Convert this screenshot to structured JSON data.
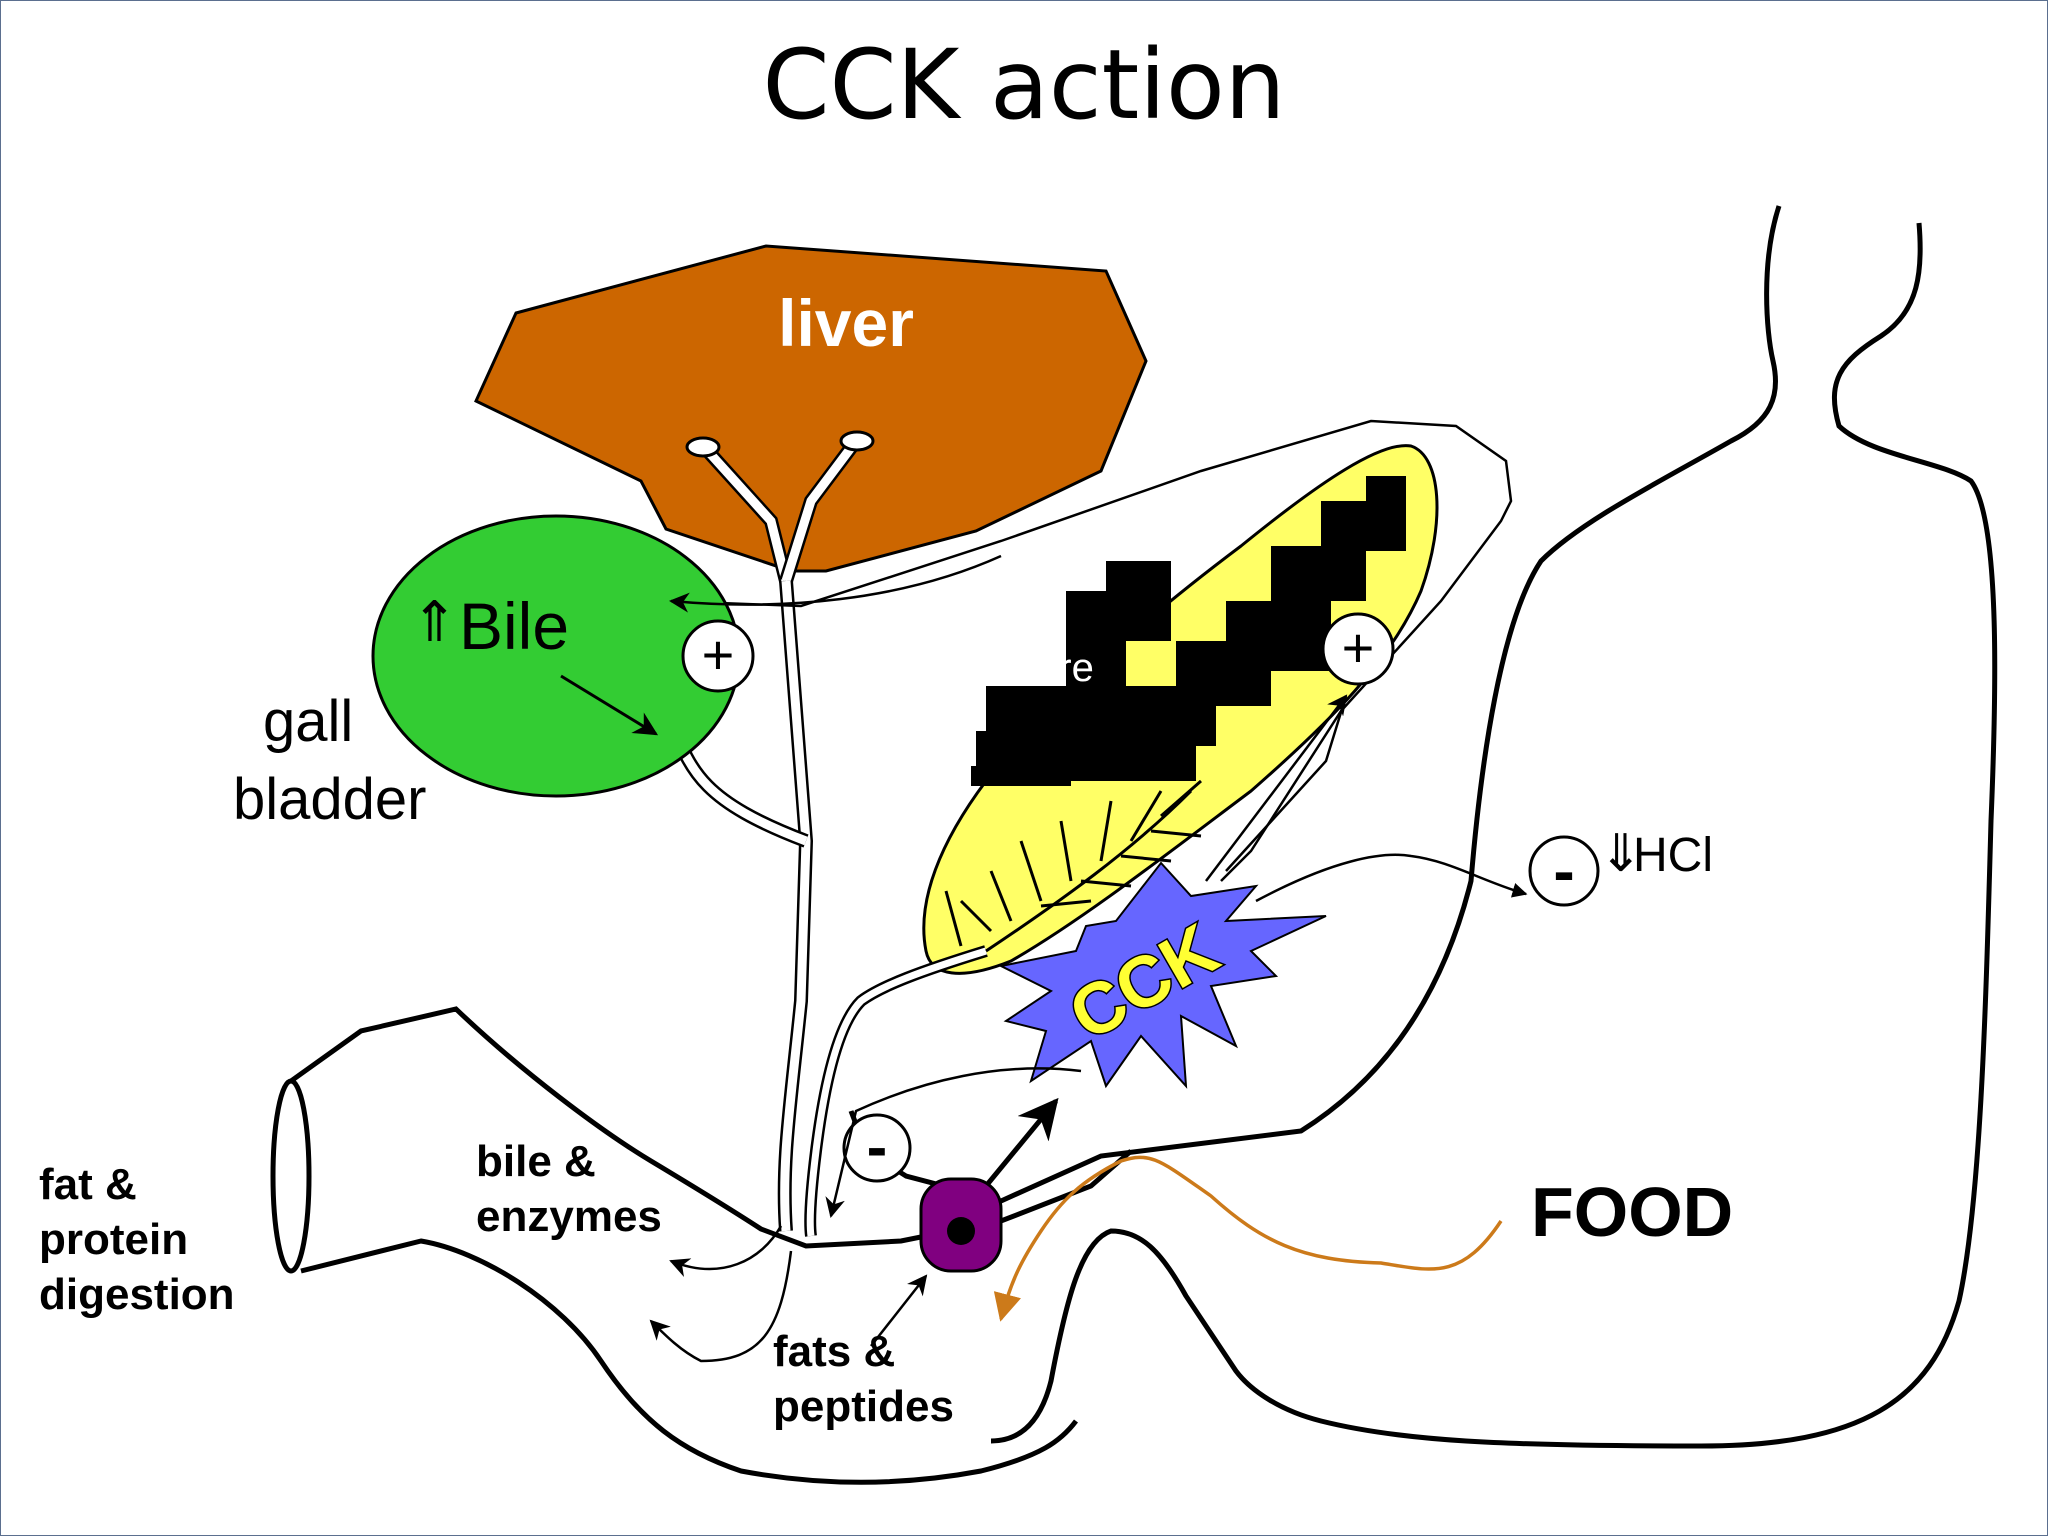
{
  "title": "CCK action",
  "labels": {
    "liver": "liver",
    "bile_arrow": "⇑",
    "bile": "Bile",
    "gall": "gall",
    "bladder": "bladder",
    "pancreas_fragment": "ncre",
    "cck": "CCK",
    "hcl_arrow": "⇓",
    "hcl": "HCl",
    "food": "FOOD",
    "bile_enzymes_1": "bile &",
    "bile_enzymes_2": "enzymes",
    "fat_protein_1": "fat &",
    "fat_protein_2": "protein",
    "fat_protein_3": "digestion",
    "fats_peptides_1": "fats &",
    "fats_peptides_2": "peptides",
    "plus_sign": "+",
    "minus_sign": "-"
  },
  "colors": {
    "liver": "#cc6600",
    "gall_bladder": "#33cc33",
    "pancreas": "#ffff66",
    "cck_burst": "#6666ff",
    "cck_text": "#ffff33",
    "cell": "#800080",
    "food_path": "#cc7a1a"
  }
}
